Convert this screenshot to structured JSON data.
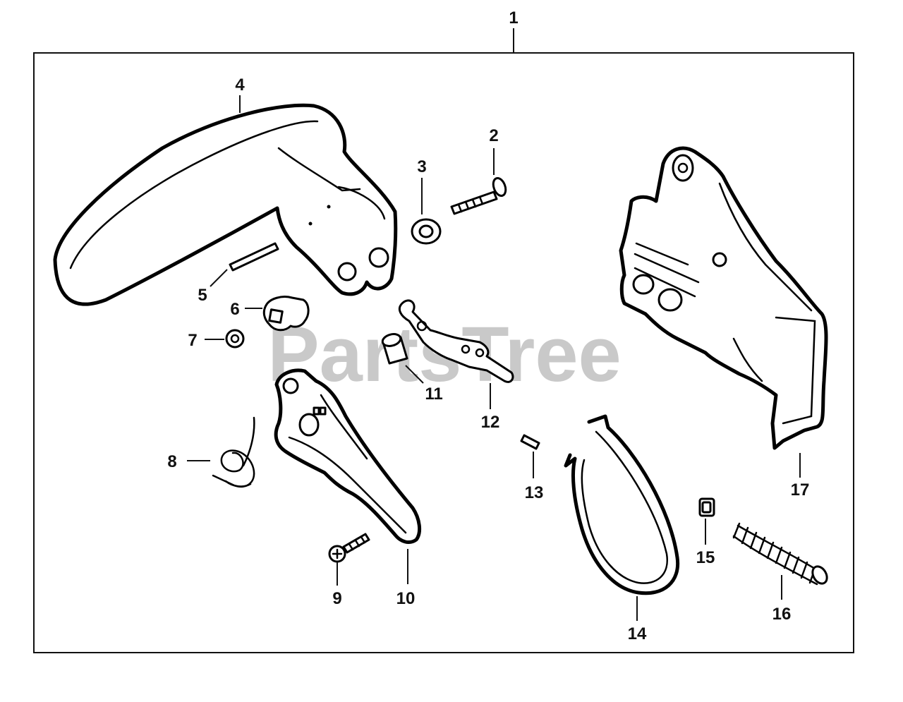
{
  "watermark": "PartsTree",
  "assembly_label": "1",
  "parts": [
    {
      "id": "2"
    },
    {
      "id": "3"
    },
    {
      "id": "4"
    },
    {
      "id": "5"
    },
    {
      "id": "6"
    },
    {
      "id": "7"
    },
    {
      "id": "8"
    },
    {
      "id": "9"
    },
    {
      "id": "10"
    },
    {
      "id": "11"
    },
    {
      "id": "12"
    },
    {
      "id": "13"
    },
    {
      "id": "14"
    },
    {
      "id": "15"
    },
    {
      "id": "16"
    },
    {
      "id": "17"
    }
  ]
}
